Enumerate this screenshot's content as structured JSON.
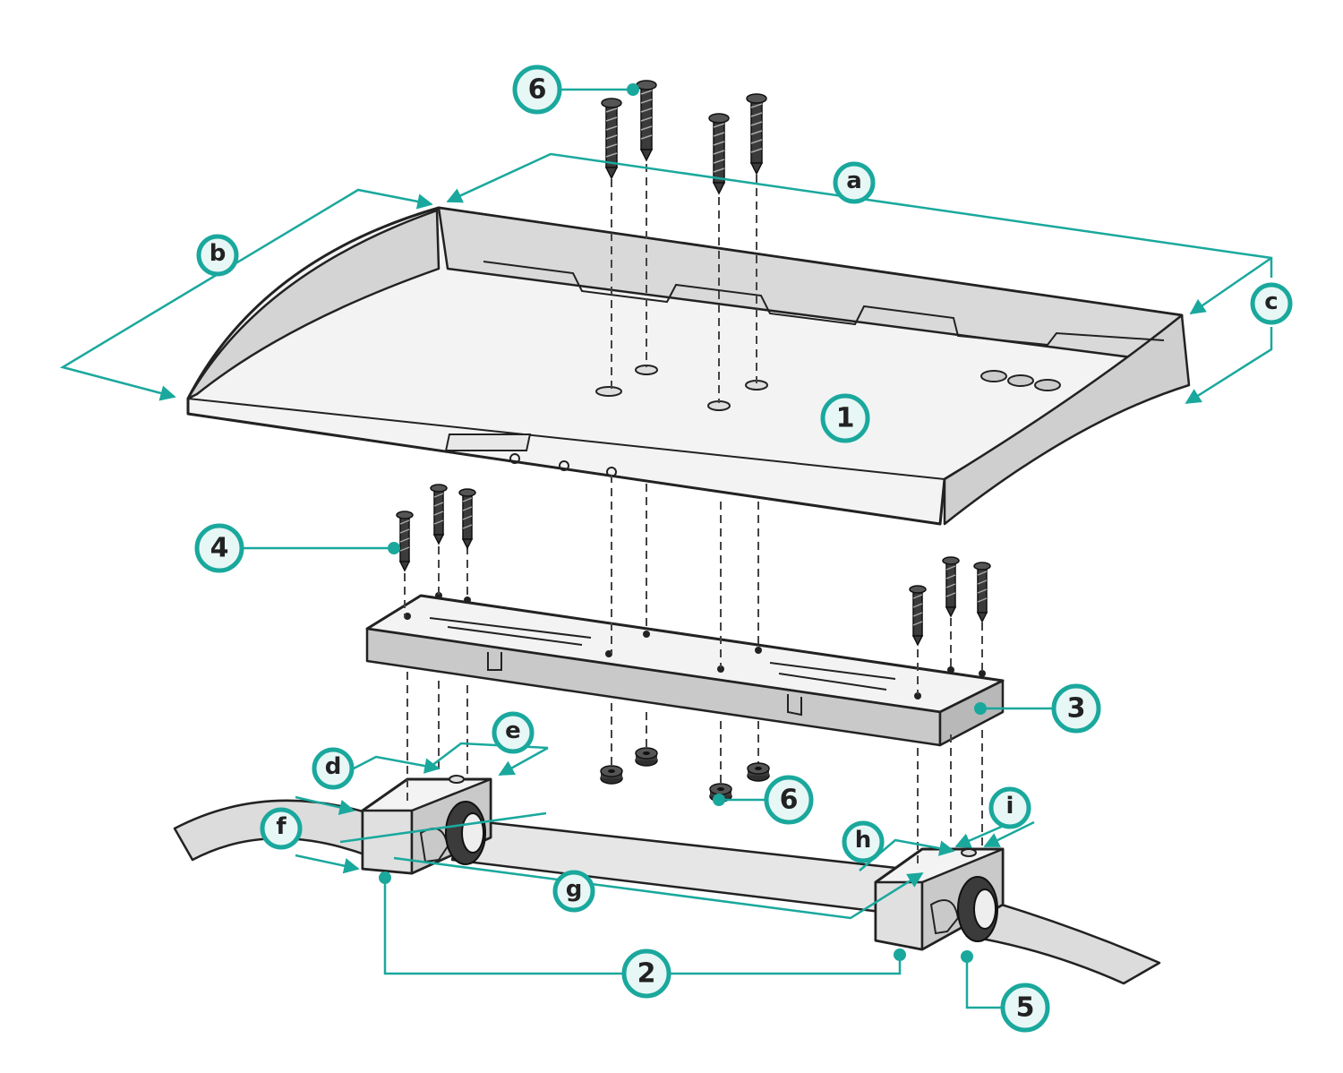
{
  "accent_color": "#1aa89d",
  "callouts": {
    "part_1": "1",
    "part_2": "2",
    "part_3": "3",
    "part_4": "4",
    "part_5": "5",
    "part_6_top": "6",
    "part_6_bottom": "6",
    "dim_a": "a",
    "dim_b": "b",
    "dim_c": "c",
    "dim_d": "d",
    "dim_e": "e",
    "dim_f": "f",
    "dim_g": "g",
    "dim_h": "h",
    "dim_i": "i"
  }
}
